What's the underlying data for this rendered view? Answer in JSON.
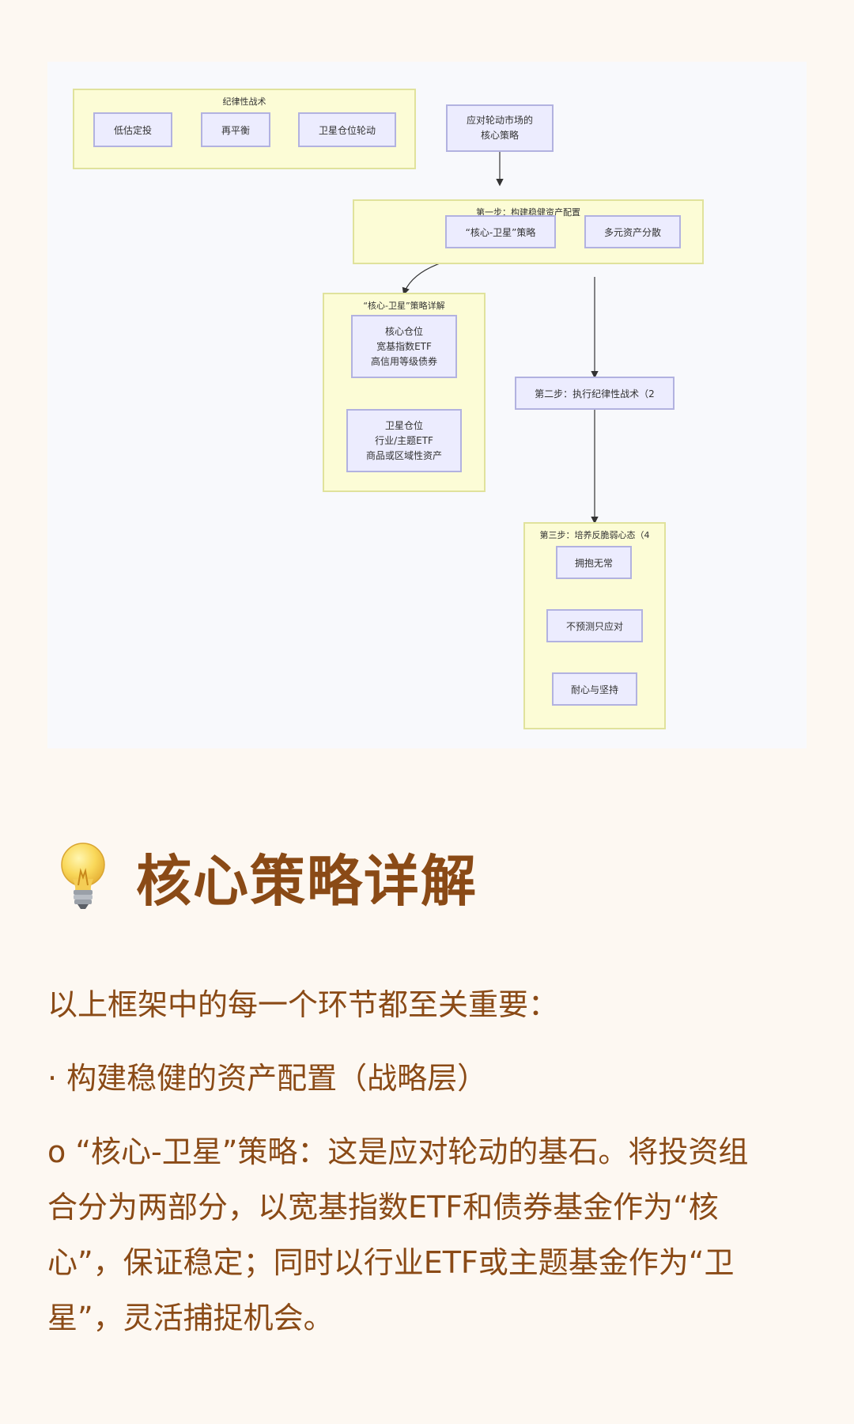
{
  "diagram": {
    "groups": {
      "tactics": "纪律性战术",
      "step1": "第一步：构建稳健资产配置",
      "detail": "“核心-卫星”策略详解",
      "step3": "第三步：培养反脆弱心态（4"
    },
    "nodes": {
      "low_valuation": "低估定投",
      "rebalance": "再平衡",
      "satellite_rotation": "卫星仓位轮动",
      "core_strategy": [
        "应对轮动市场的",
        "核心策略"
      ],
      "core_satellite": "“核心-卫星”策略",
      "diversify": "多元资产分散",
      "core_position": [
        "核心仓位",
        "宽基指数ETF",
        "高信用等级债券"
      ],
      "satellite_position": [
        "卫星仓位",
        "行业/主题ETF",
        "商品或区域性资产"
      ],
      "step2": "第二步：执行纪律性战术（2",
      "embrace": "拥抱无常",
      "no_predict": "不预测只应对",
      "patience": "耐心与坚持"
    }
  },
  "heading": {
    "icon": "light-bulb-icon",
    "title": "核心策略详解"
  },
  "body": {
    "intro": "以上框架中的每一个环节都至关重要：",
    "bullet1": "· 构建稳健的资产配置（战略层）",
    "sub1_lines": [
      "o “核心-卫星”策略：这是应对轮动的基石。将投资组",
      "合分为两部分，以宽基指数ETF和债券基金作为“核",
      "心”，保证稳定；同时以行业ETF或主题基金作为“卫",
      "星”，灵活捕捉机会。"
    ]
  },
  "colors": {
    "page_bg": "#fdf8f2",
    "text_brown": "#8a4a16",
    "group_fill": "#fcfcd6",
    "group_border": "#e0e29c",
    "node_fill": "#ececfe",
    "node_border": "#b2b2e0"
  }
}
